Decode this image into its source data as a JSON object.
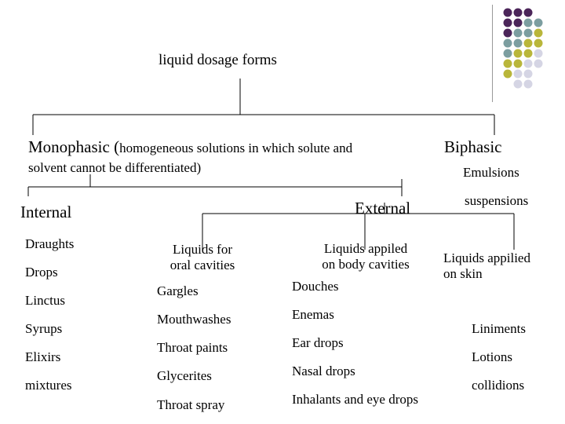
{
  "title": "liquid dosage forms",
  "monophasic": {
    "line1_large": "Monophasic (",
    "line1_small": "homogeneous solutions in which solute and",
    "line2": "solvent cannot be differentiated)"
  },
  "biphasic": {
    "label": "Biphasic",
    "items": [
      "Emulsions",
      "suspensions"
    ]
  },
  "internal": {
    "label": "Internal",
    "items": [
      "Draughts",
      "Drops",
      "Linctus",
      "Syrups",
      "Elixirs",
      "mixtures"
    ]
  },
  "external": {
    "label": "External",
    "oral": {
      "heading": [
        "Liquids for",
        "oral cavities"
      ],
      "items": [
        "Gargles",
        "Mouthwashes",
        "Throat paints",
        "Glycerites",
        "Throat spray"
      ]
    },
    "body": {
      "heading": [
        "Liquids appiled",
        "on body cavities"
      ],
      "items": [
        "Douches",
        "Enemas",
        "Ear drops",
        "Nasal drops",
        "Inhalants and eye drops"
      ]
    },
    "skin": {
      "heading": [
        "Liquids appilied",
        "on skin"
      ],
      "items": [
        "Liniments",
        "Lotions",
        "collidions"
      ]
    }
  },
  "colors": {
    "plum": "#4b2559",
    "teal": "#7c9ea0",
    "olive": "#b9b63a",
    "lavender": "#d5d5e4"
  }
}
